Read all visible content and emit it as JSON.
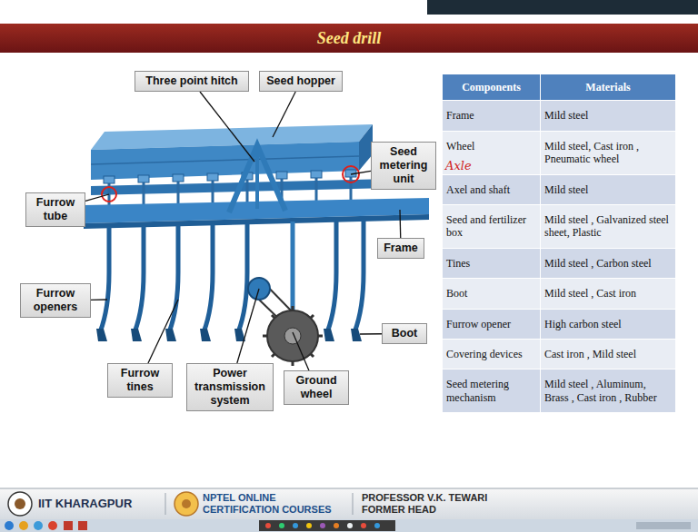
{
  "diagram": {
    "title": "Seed drill",
    "nodes": [
      {
        "text": [
          "Three point hitch"
        ]
      },
      {
        "text": [
          "Seed hopper"
        ]
      },
      {
        "text": [
          "Seed metering unit"
        ]
      },
      {
        "text": [
          "Furrow tube"
        ]
      },
      {
        "text": [
          "Frame"
        ]
      },
      {
        "text": [
          "Furrow openers"
        ]
      },
      {
        "text": [
          "Boot"
        ]
      },
      {
        "text": [
          "Furrow tines"
        ]
      },
      {
        "text": [
          "Power transmission system"
        ]
      },
      {
        "text": [
          "Ground wheel"
        ]
      }
    ],
    "labels": [
      "Components",
      "Materials",
      "Frame",
      "Mild steel",
      "Wheel",
      "Mild steel, Cast iron , Pneumatic wheel",
      "Axel and shaft",
      "Mild steel",
      "Seed and fertilizer box",
      "Mild steel , Galvanized steel sheet, Plastic",
      "Tines",
      "Mild steel , Carbon steel",
      "Boot",
      "Mild steel , Cast iron",
      "Furrow opener",
      "High carbon steel",
      "Covering devices",
      "Cast iron , Mild steel",
      "Seed metering mechanism",
      "Mild steel , Aluminum, Brass , Cast iron , Rubber",
      "Axle",
      "IIT KHARAGPUR",
      "NPTEL ONLINE CERTIFICATION COURSES",
      "PROFESSOR V.K. TEWARI FORMER HEAD"
    ]
  }
}
